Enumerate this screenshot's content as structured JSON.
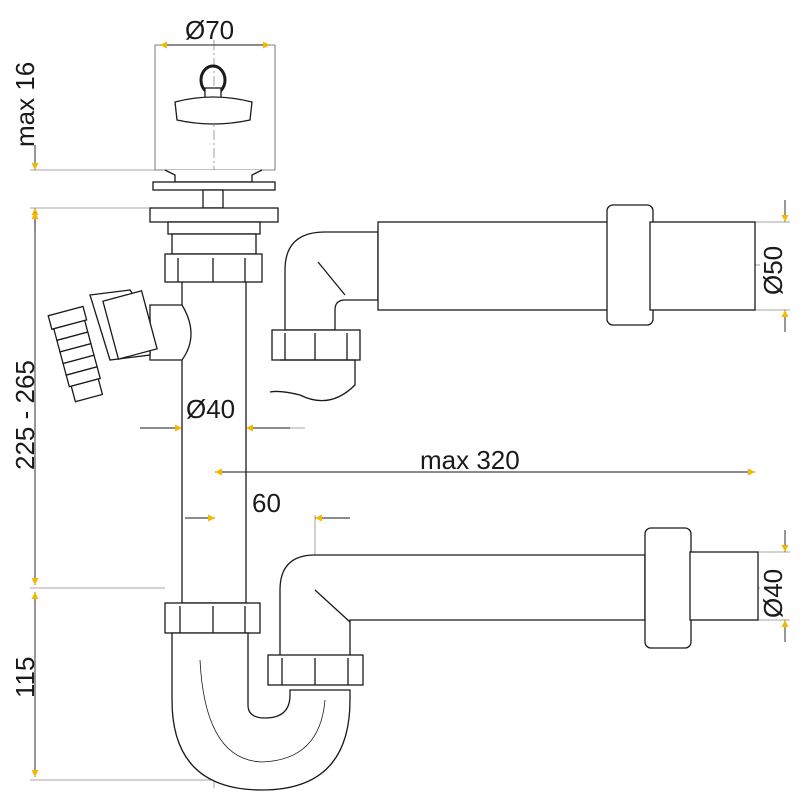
{
  "dimensions": {
    "drain_diameter": "Ø70",
    "max_height": "max 16",
    "pipe_diameter": "Ø40",
    "outlet_top_diameter": "Ø50",
    "outlet_bottom_diameter": "Ø40",
    "max_length": "max 320",
    "offset": "60",
    "height_range": "225 - 265",
    "trap_height": "115"
  },
  "colors": {
    "line": "#1a1a1a",
    "arrow": "#f5b800",
    "center": "#999999",
    "background": "#ffffff"
  }
}
